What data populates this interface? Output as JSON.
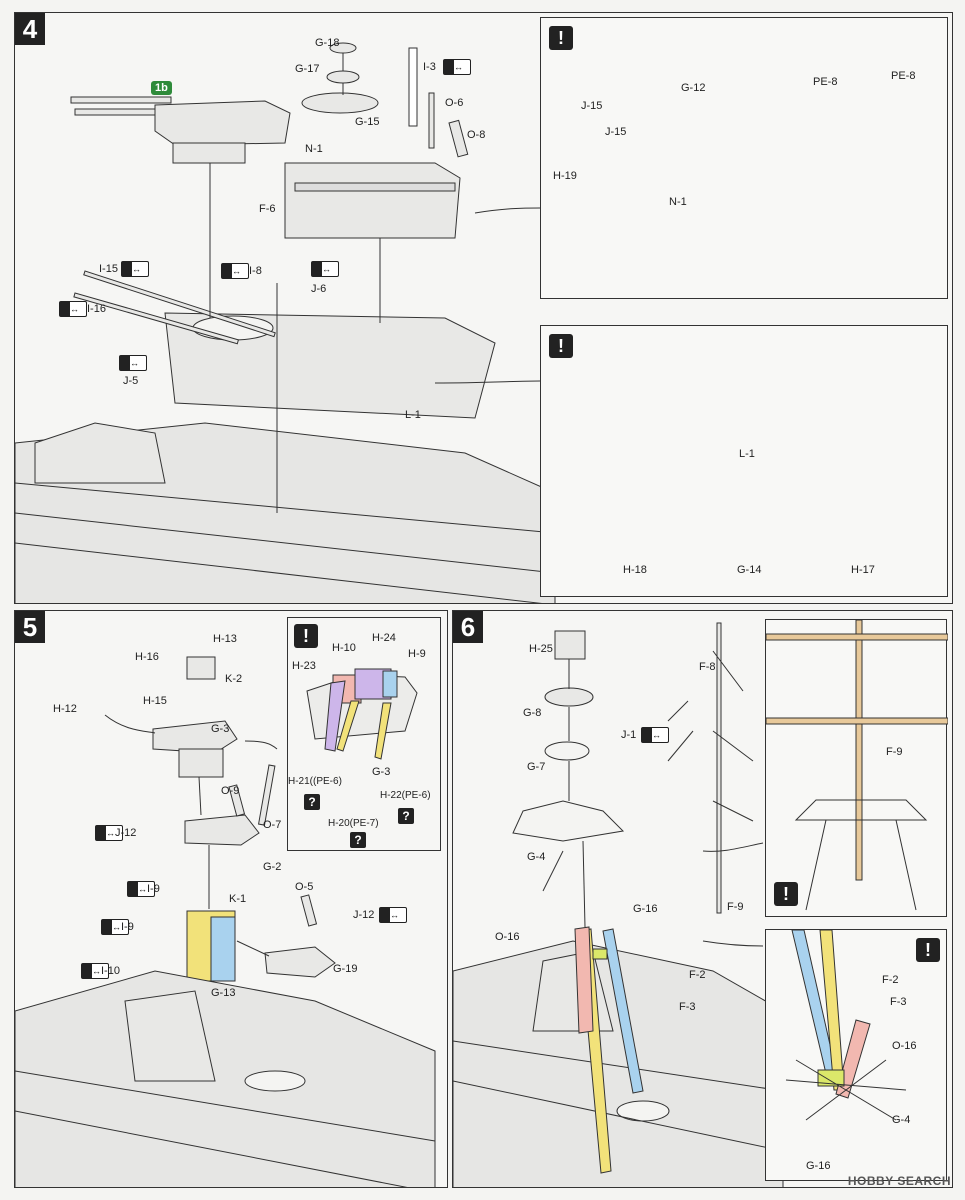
{
  "steps": {
    "s4": {
      "number": "4",
      "badge": "1b",
      "labels": {
        "g18": "G-18",
        "g17": "G-17",
        "g15": "G-15",
        "n1": "N-1",
        "i3": "I-3",
        "o6": "O-6",
        "o8": "O-8",
        "f6": "F-6",
        "i15": "I-15",
        "i16": "I-16",
        "i8": "I-8",
        "j6": "J-6",
        "j5": "J-5",
        "l1": "L-1"
      },
      "callout_a": {
        "labels": {
          "g12": "G-12",
          "j15a": "J-15",
          "j15b": "J-15",
          "h19": "H-19",
          "n1": "N-1",
          "pe8a": "PE-8",
          "pe8b": "PE-8"
        }
      },
      "callout_b": {
        "labels": {
          "l1": "L-1",
          "h18": "H-18",
          "g14": "G-14",
          "h17": "H-17"
        }
      }
    },
    "s5": {
      "number": "5",
      "labels": {
        "h13": "H-13",
        "h16": "H-16",
        "k2": "K-2",
        "h15": "H-15",
        "h12": "H-12",
        "g3": "G-3",
        "o9": "O-9",
        "o7": "O-7",
        "j12a": "J-12",
        "g2": "G-2",
        "i9a": "I-9",
        "i9b": "I-9",
        "i10": "I-10",
        "k1": "K-1",
        "o5": "O-5",
        "j12b": "J-12",
        "g19": "G-19",
        "g13": "G-13"
      },
      "callout": {
        "labels": {
          "h10": "H-10",
          "h24": "H-24",
          "h23": "H-23",
          "h9": "H-9",
          "h21": "H-21((PE-6)",
          "g3": "G-3",
          "h22": "H-22(PE-6)",
          "h20": "H-20(PE-7)"
        }
      }
    },
    "s6": {
      "number": "6",
      "labels": {
        "h25": "H-25",
        "f8": "F-8",
        "g8": "G-8",
        "j1": "J-1",
        "g7": "G-7",
        "g4": "G-4",
        "f9": "F-9",
        "g16": "G-16",
        "o16": "O-16",
        "f2": "F-2",
        "f3": "F-3"
      },
      "callout_a": {
        "labels": {
          "f9": "F-9"
        }
      },
      "callout_b": {
        "labels": {
          "f2": "F-2",
          "f3": "F-3",
          "o16": "O-16",
          "g4": "G-4",
          "g16": "G-16"
        }
      }
    }
  },
  "watermark": "HOBBY SEARCH",
  "colors": {
    "green": "#2e8b3a",
    "yellow": "#f2e27a",
    "purple": "#cdb6ea",
    "pink": "#f2b8b0",
    "blue": "#a9d2ee",
    "wood": "#e8c99a",
    "red": "#e84848"
  }
}
